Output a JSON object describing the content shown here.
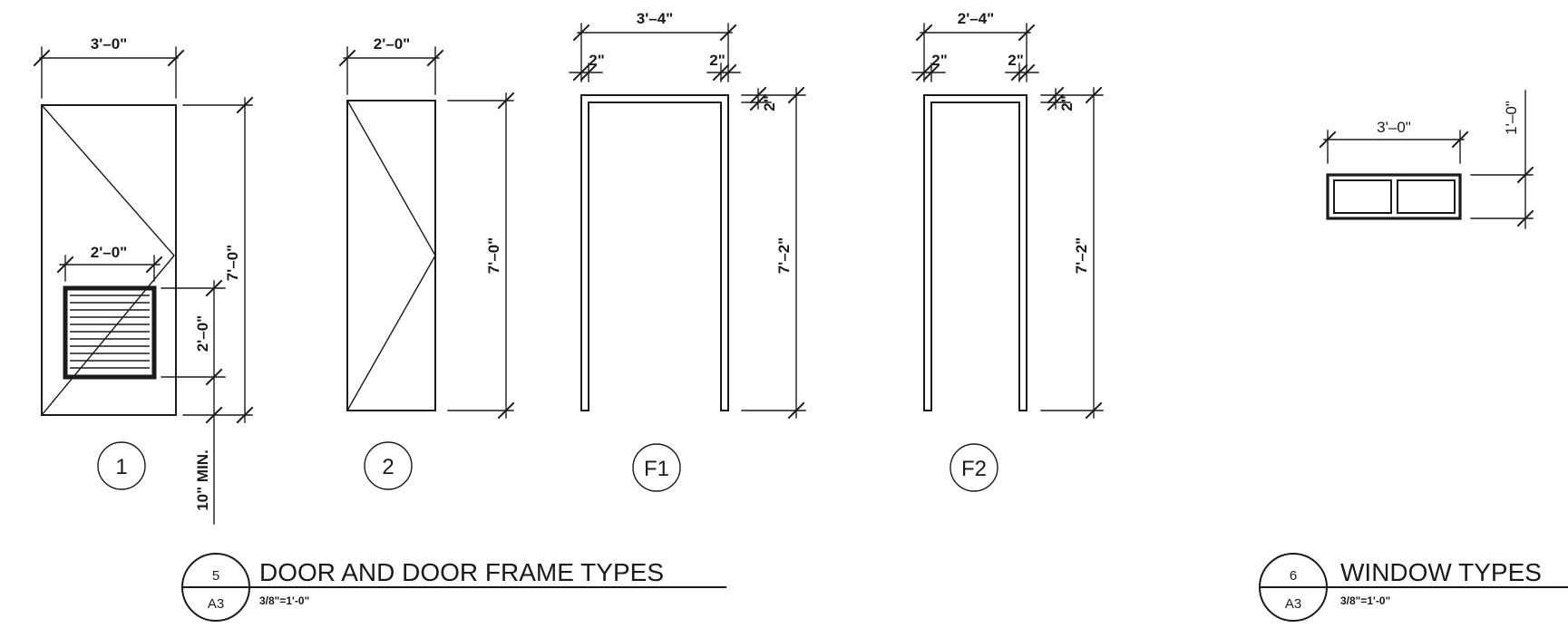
{
  "doors": {
    "d1": {
      "tag": "1",
      "width_dim": "3'–0\"",
      "louver_width_dim": "2'–0\"",
      "louver_height_dim": "2'–0\"",
      "height_dim": "7'–0\"",
      "undercut_dim": "10\" MIN."
    },
    "d2": {
      "tag": "2",
      "width_dim": "2'–0\"",
      "height_dim": "7'–0\""
    },
    "f1": {
      "tag": "F1",
      "width_dim": "3'–4\"",
      "left_jamb_dim": "2\"",
      "right_jamb_dim": "2\"",
      "head_dim": "2\"",
      "height_dim": "7'–2\""
    },
    "f2": {
      "tag": "F2",
      "width_dim": "2'–4\"",
      "left_jamb_dim": "2\"",
      "right_jamb_dim": "2\"",
      "head_dim": "2\"",
      "height_dim": "7'–2\""
    }
  },
  "window": {
    "width_dim": "3'–0\"",
    "height_dim": "1'–0\""
  },
  "titles": {
    "doors": {
      "number": "5",
      "sheet": "A3",
      "title": "DOOR AND DOOR FRAME TYPES",
      "scale": "3/8\"=1'-0\""
    },
    "windows": {
      "number": "6",
      "sheet": "A3",
      "title": "WINDOW TYPES",
      "scale": "3/8\"=1'-0\""
    }
  }
}
